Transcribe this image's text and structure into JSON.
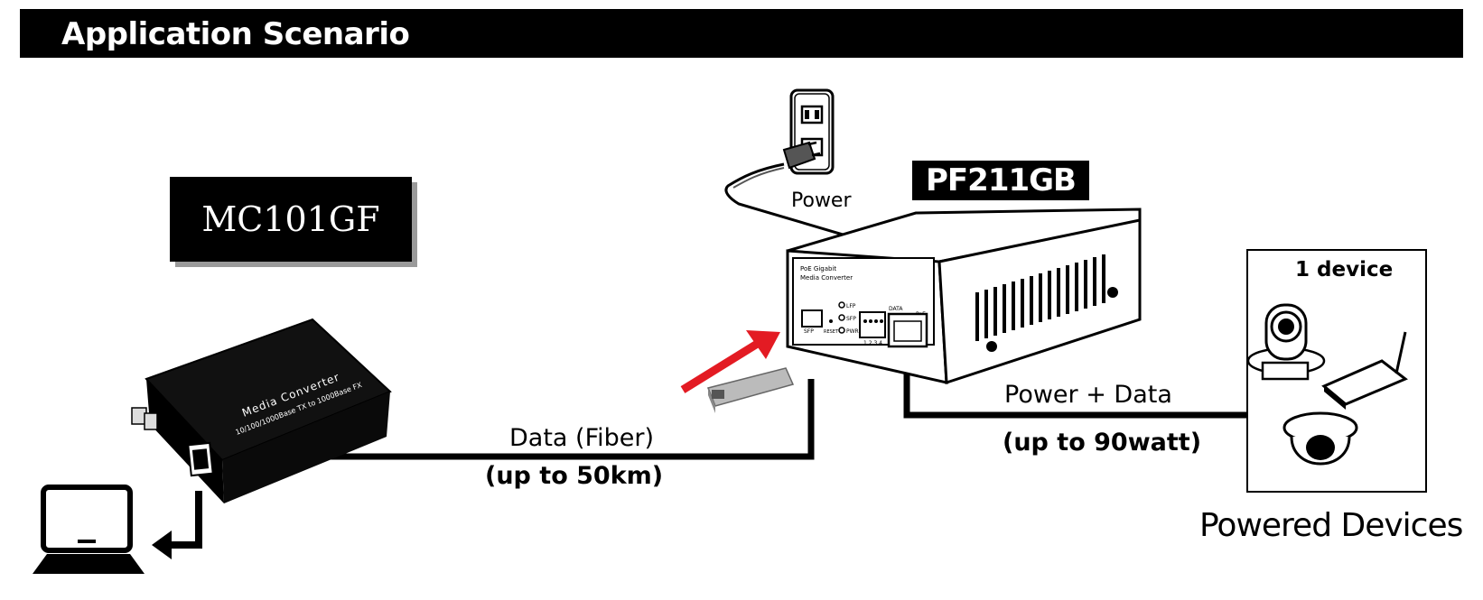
{
  "header": {
    "title": "Application Scenario"
  },
  "labels": {
    "mc_model": "MC101GF",
    "pf_model": "PF211GB",
    "power": "Power",
    "data_fiber": "Data (Fiber)",
    "fiber_distance": "(up to 50km)",
    "power_data": "Power + Data",
    "power_budget": "(up to 90watt)",
    "device_count": "1 device",
    "powered_devices": "Powered Devices"
  },
  "mc_device": {
    "face_text_1": "Media Converter",
    "face_text_2": "10/100/1000Base TX to 1000Base FX"
  },
  "pf_device": {
    "panel_text_1": "PoE Gigabit",
    "panel_text_2": "Media Converter",
    "led_1": "LFP",
    "led_2": "SFP",
    "led_3": "PWR",
    "port_sfp": "SFP",
    "reset": "RESET",
    "dip_numbers": "1 2 3 4",
    "port_data": "DATA",
    "port_poe": "PoE"
  },
  "colors": {
    "arrow": "#e31b23",
    "ink": "#000000",
    "shadow": "#9a9a9a"
  },
  "icons": [
    "laptop-icon",
    "return-arrow-icon",
    "wall-outlet-icon",
    "power-plug-icon",
    "sfp-module-icon",
    "ip-camera-icon",
    "wireless-ap-icon",
    "dome-camera-icon"
  ]
}
